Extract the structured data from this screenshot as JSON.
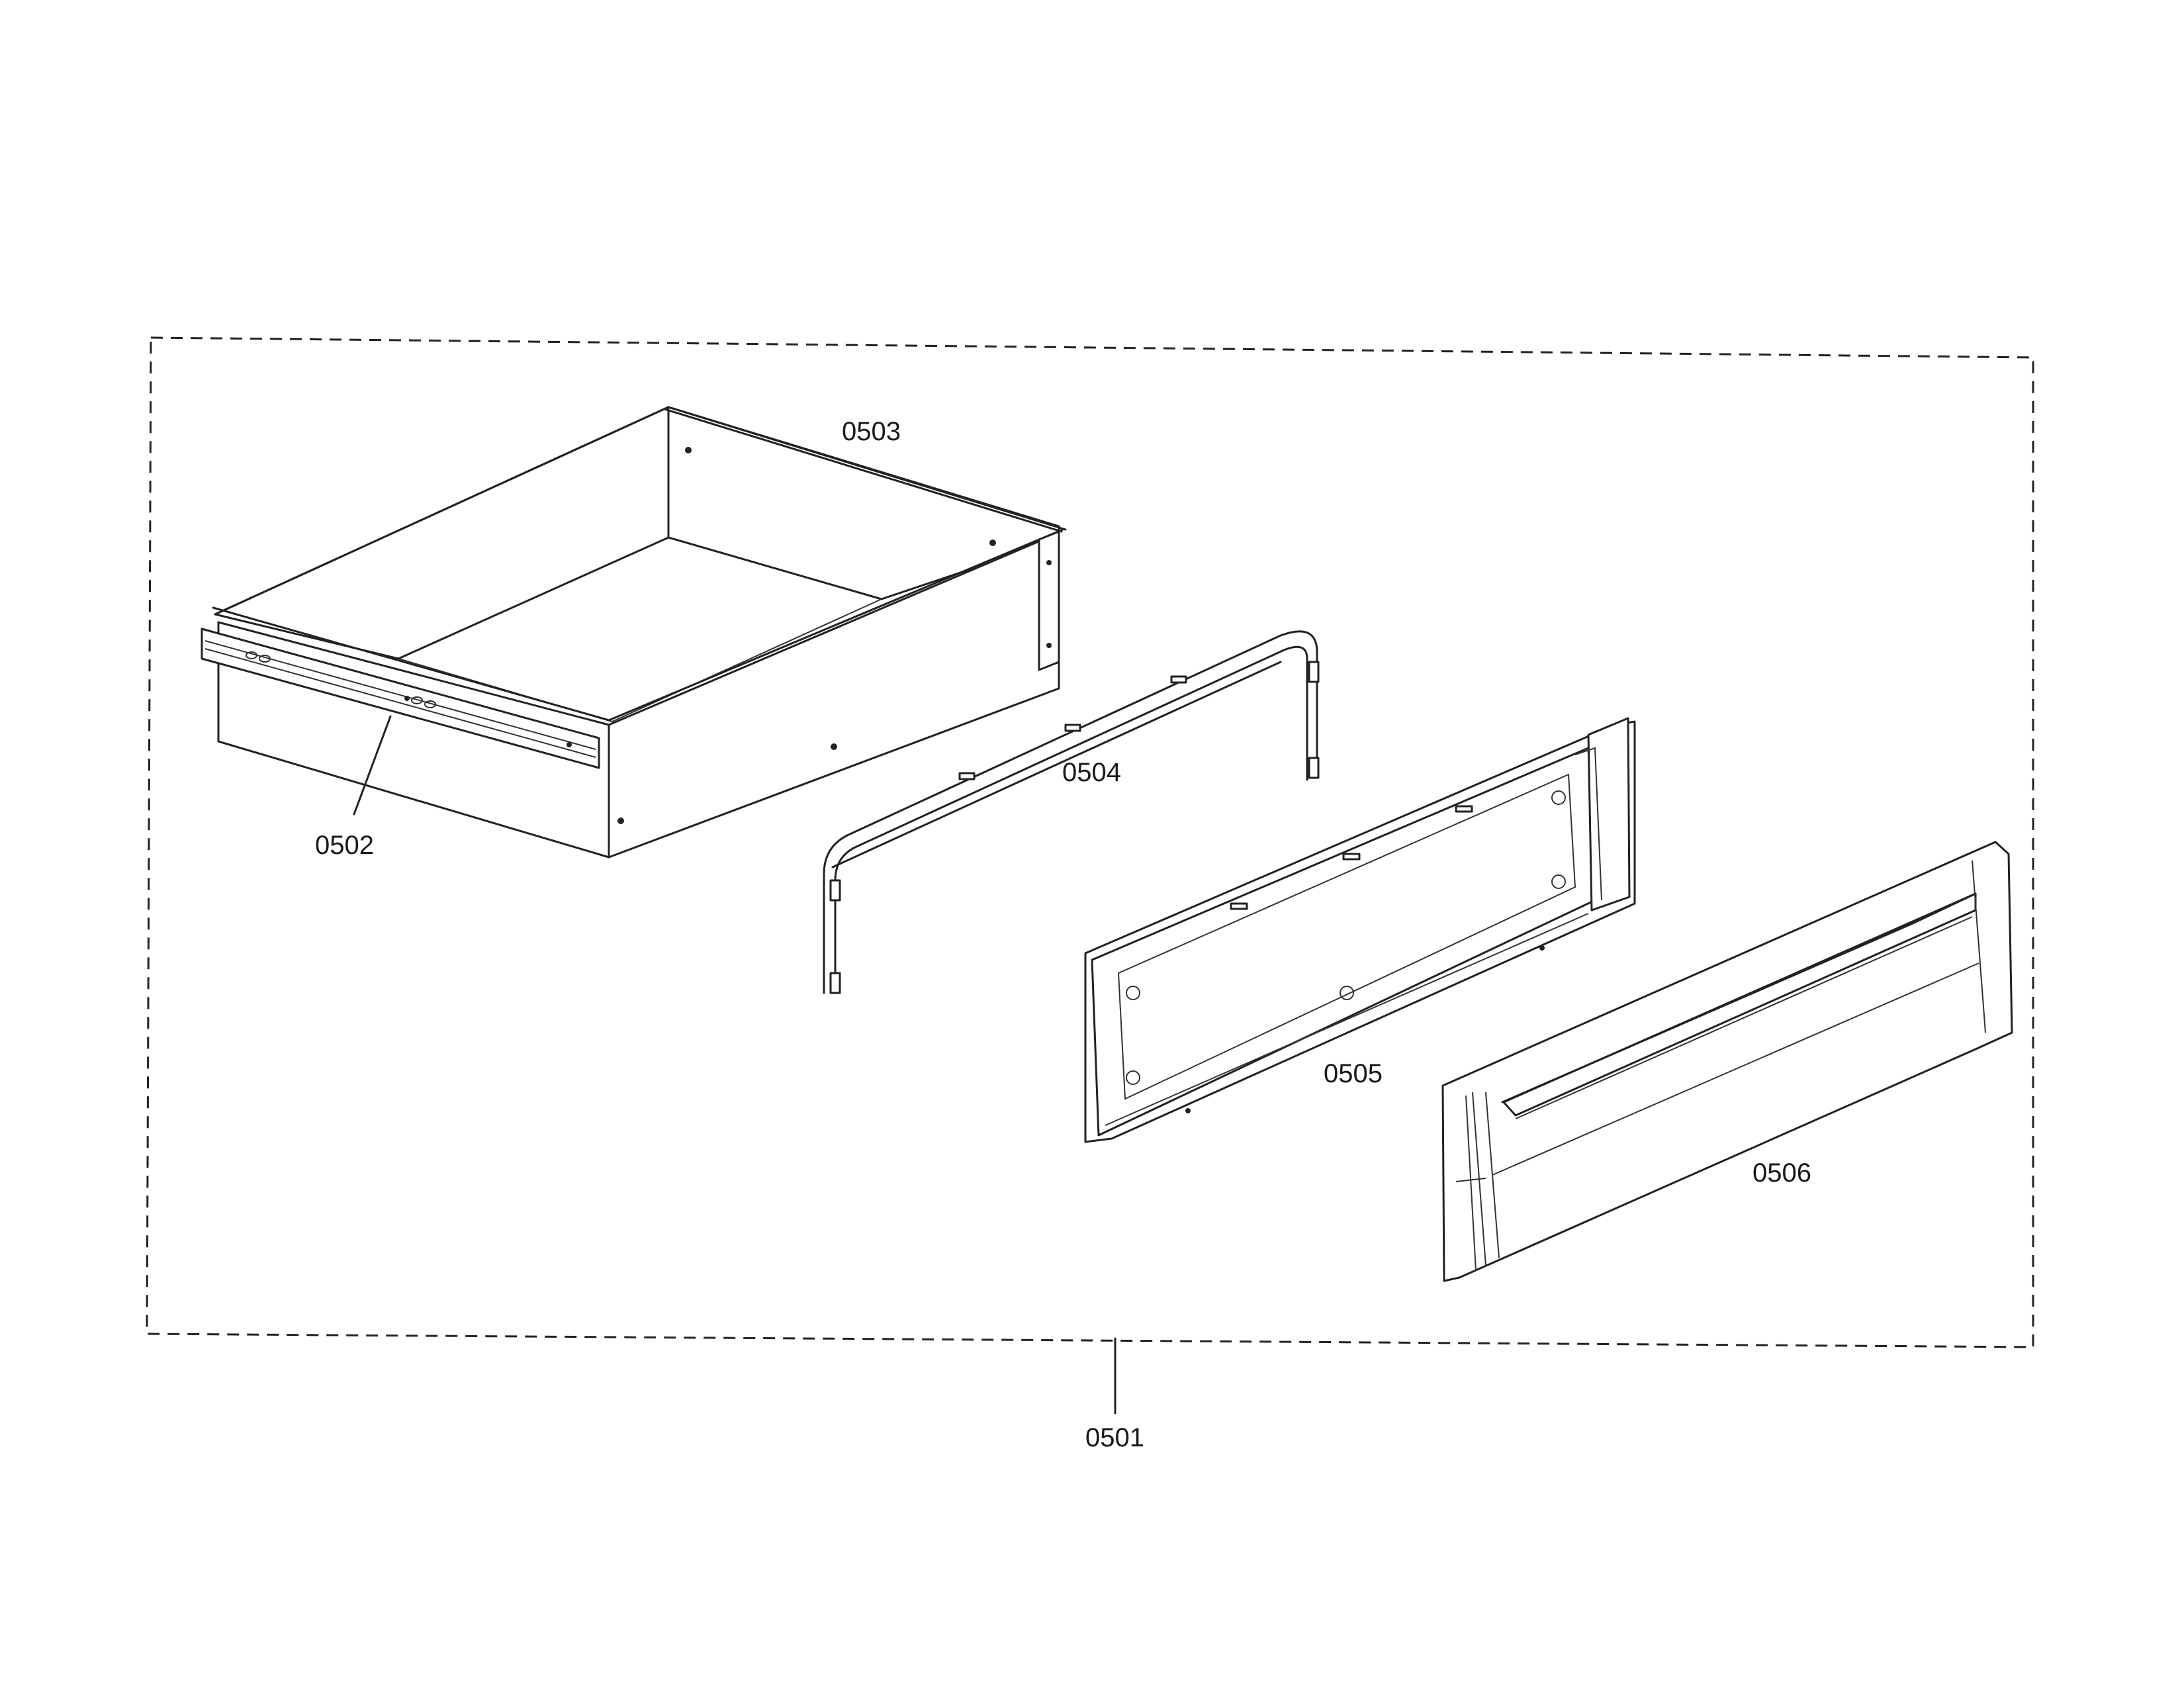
{
  "labels": {
    "assembly": "0501",
    "slide_rail": "0502",
    "drawer_box": "0503",
    "frame_bracket": "0504",
    "inner_panel": "0505",
    "front_panel": "0506"
  }
}
